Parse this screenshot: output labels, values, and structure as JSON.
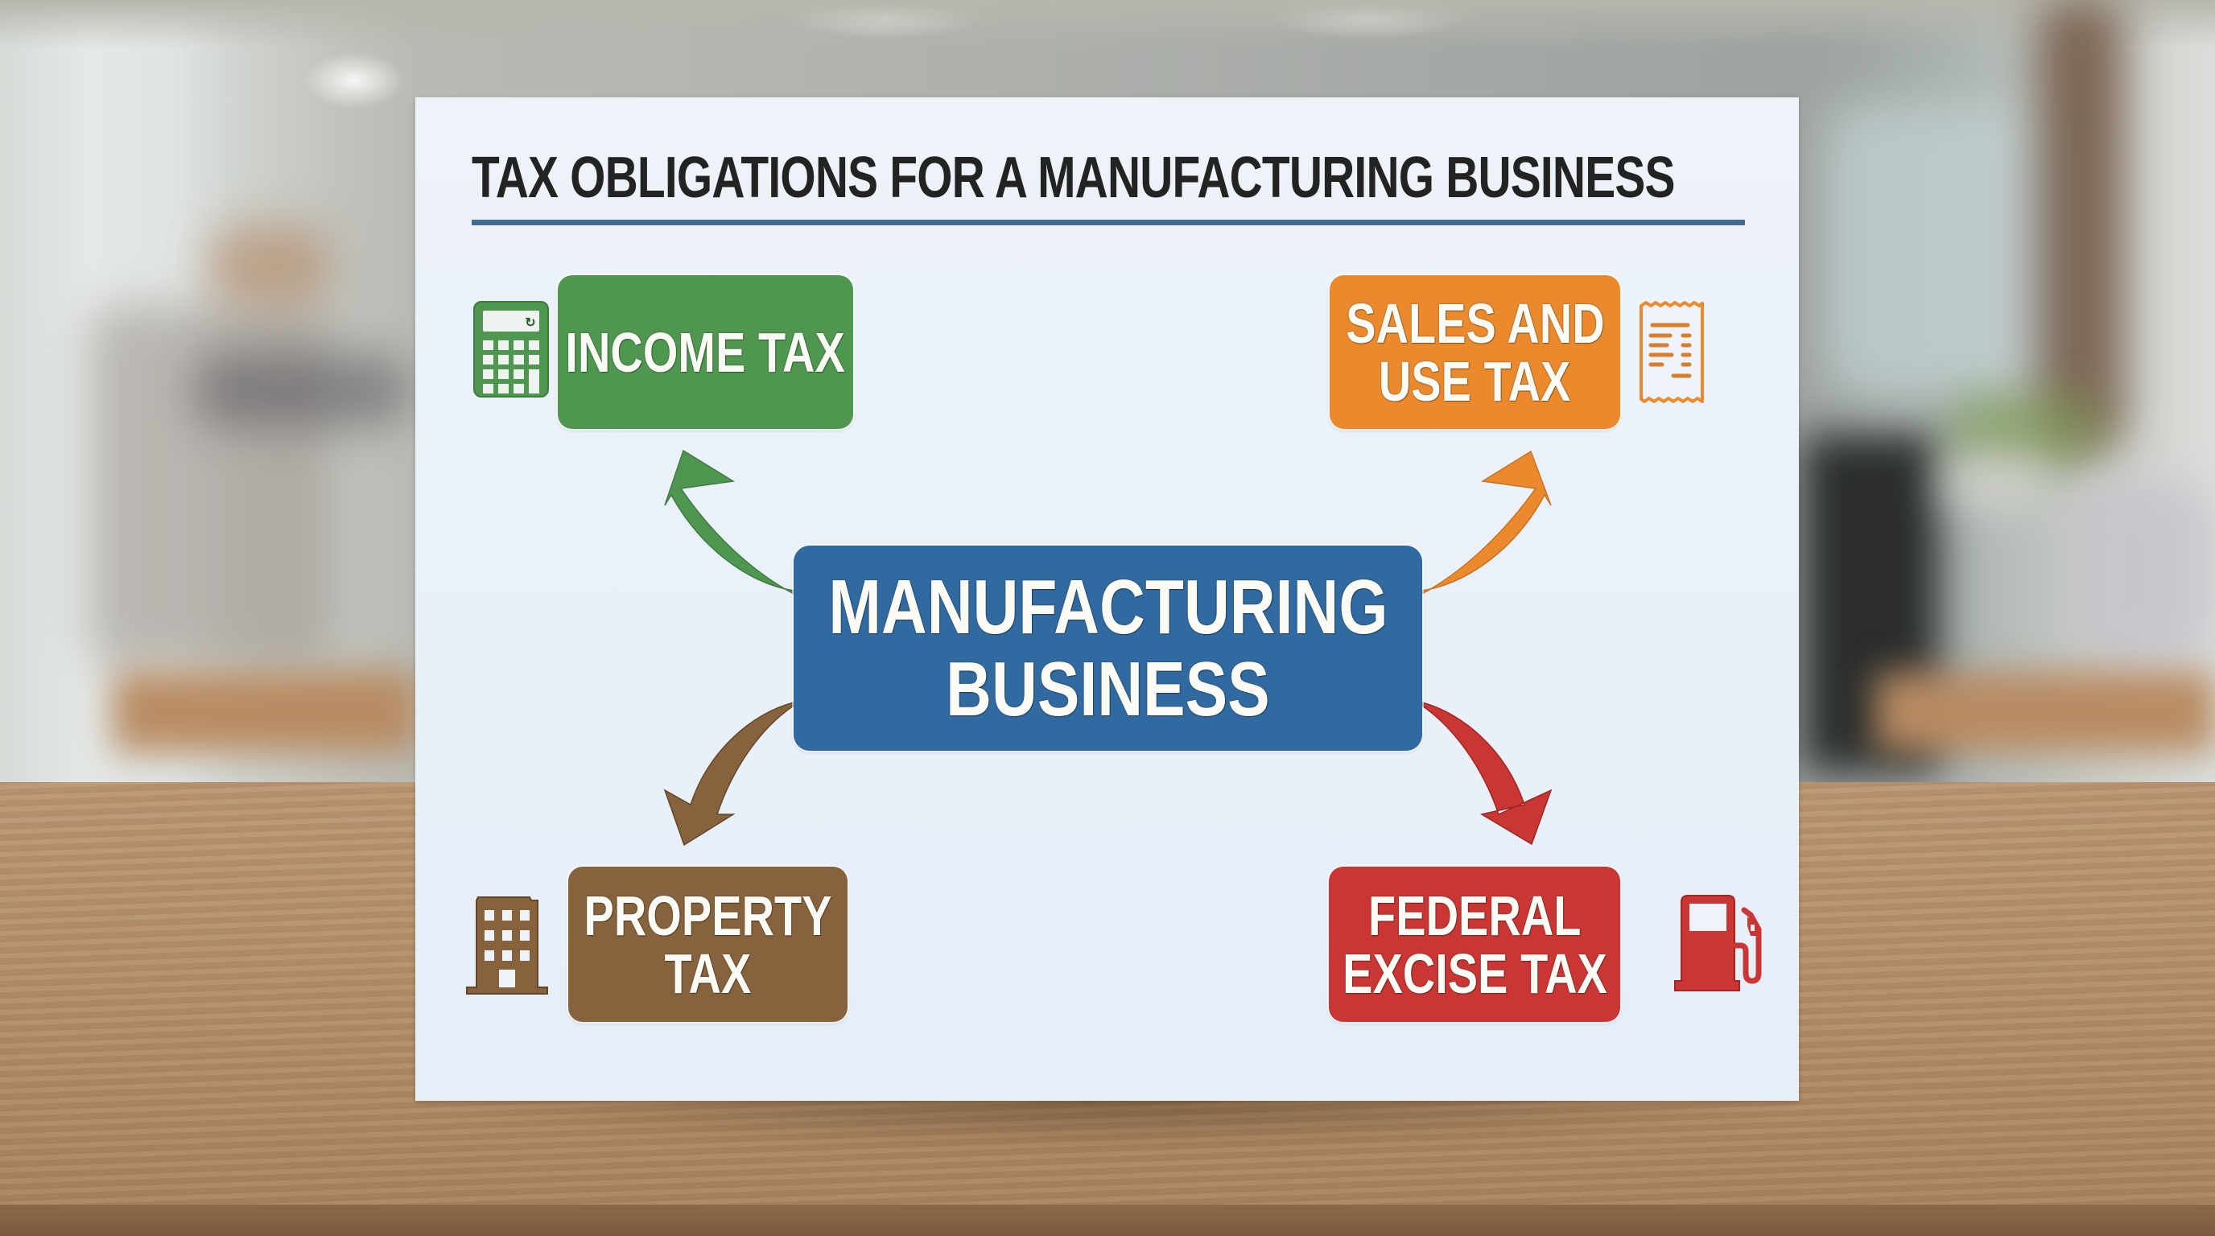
{
  "card": {
    "title": "TAX OBLIGATIONS FOR A MANUFACTURING BUSINESS",
    "accent_rule_color": "#3f6a96"
  },
  "center_node": {
    "lines": [
      "MANUFACTURING",
      "BUSINESS"
    ],
    "color": "#306aa0"
  },
  "tax_nodes": [
    {
      "id": "income",
      "lines": [
        "INCOME TAX"
      ],
      "color": "#4f9750",
      "icon": "calculator-icon",
      "position": "top-left"
    },
    {
      "id": "sales",
      "lines": [
        "SALES AND",
        "USE TAX"
      ],
      "color": "#ea8a2d",
      "icon": "receipt-icon",
      "position": "top-right"
    },
    {
      "id": "property",
      "lines": [
        "PROPERTY",
        "TAX"
      ],
      "color": "#86633d",
      "icon": "building-icon",
      "position": "bottom-left"
    },
    {
      "id": "excise",
      "lines": [
        "FEDERAL",
        "EXCISE TAX"
      ],
      "color": "#c93634",
      "icon": "gas-pump-icon",
      "position": "bottom-right"
    }
  ],
  "edges": [
    {
      "from": "center",
      "to": "income",
      "color": "#4f9750"
    },
    {
      "from": "center",
      "to": "sales",
      "color": "#ea8a2d"
    },
    {
      "from": "center",
      "to": "property",
      "color": "#86633d"
    },
    {
      "from": "center",
      "to": "excise",
      "color": "#c93634"
    }
  ]
}
